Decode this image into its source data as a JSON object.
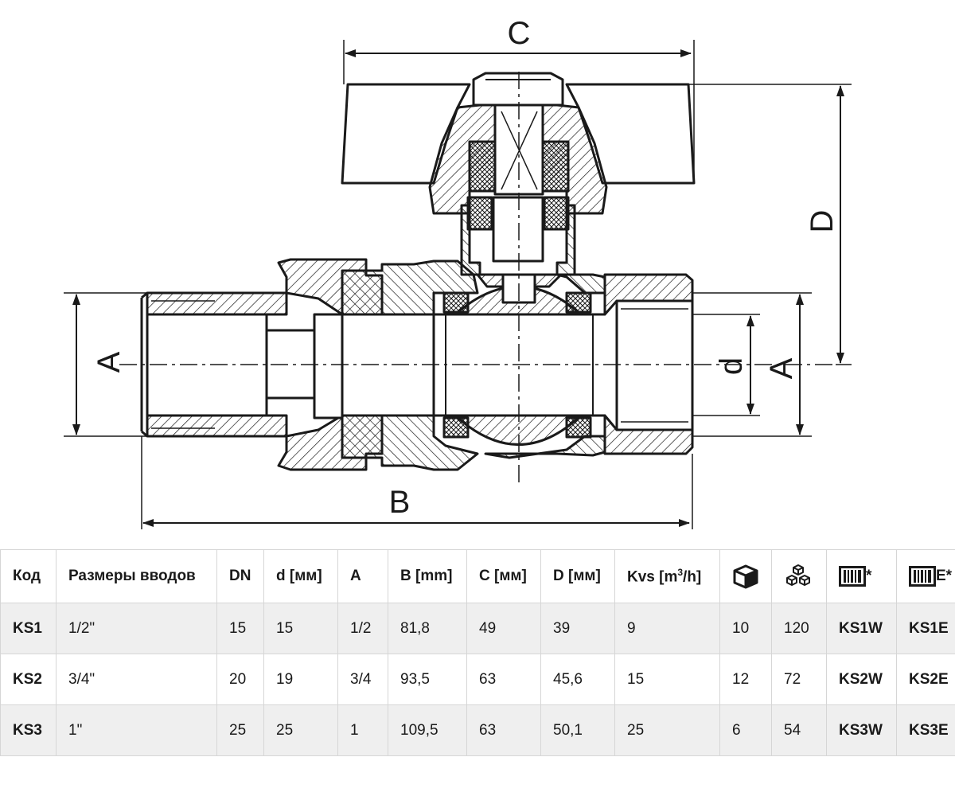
{
  "drawing": {
    "labels": {
      "A": "A",
      "B": "B",
      "C": "C",
      "D": "D",
      "d": "d"
    }
  },
  "table": {
    "headers": {
      "code": "Код",
      "size": "Размеры вводов",
      "dn": "DN",
      "d": "d [мм]",
      "a": "A",
      "b": "B [mm]",
      "c": "C [мм]",
      "dd": "D [мм]",
      "kvs_prefix": "Kvs [m",
      "kvs_sup": "3",
      "kvs_suffix": "/h]",
      "box_icon": "box-icon",
      "boxes_icon": "boxes-stack-icon",
      "barcode_icon": "barcode-icon",
      "barcode_w_suffix": "*",
      "barcode_e_suffix": "E*"
    },
    "rows": [
      {
        "code": "KS1",
        "size": "1/2\"",
        "dn": "15",
        "d": "15",
        "a": "1/2",
        "b": "81,8",
        "c": "49",
        "dd": "39",
        "kvs": "9",
        "box": "10",
        "boxes": "120",
        "w": "KS1W",
        "e": "KS1E"
      },
      {
        "code": "KS2",
        "size": "3/4\"",
        "dn": "20",
        "d": "19",
        "a": "3/4",
        "b": "93,5",
        "c": "63",
        "dd": "45,6",
        "kvs": "15",
        "box": "12",
        "boxes": "72",
        "w": "KS2W",
        "e": "KS2E"
      },
      {
        "code": "KS3",
        "size": "1\"",
        "dn": "25",
        "d": "25",
        "a": "1",
        "b": "109,5",
        "c": "63",
        "dd": "50,1",
        "kvs": "25",
        "box": "6",
        "boxes": "54",
        "w": "KS3W",
        "e": "KS3E"
      }
    ]
  }
}
